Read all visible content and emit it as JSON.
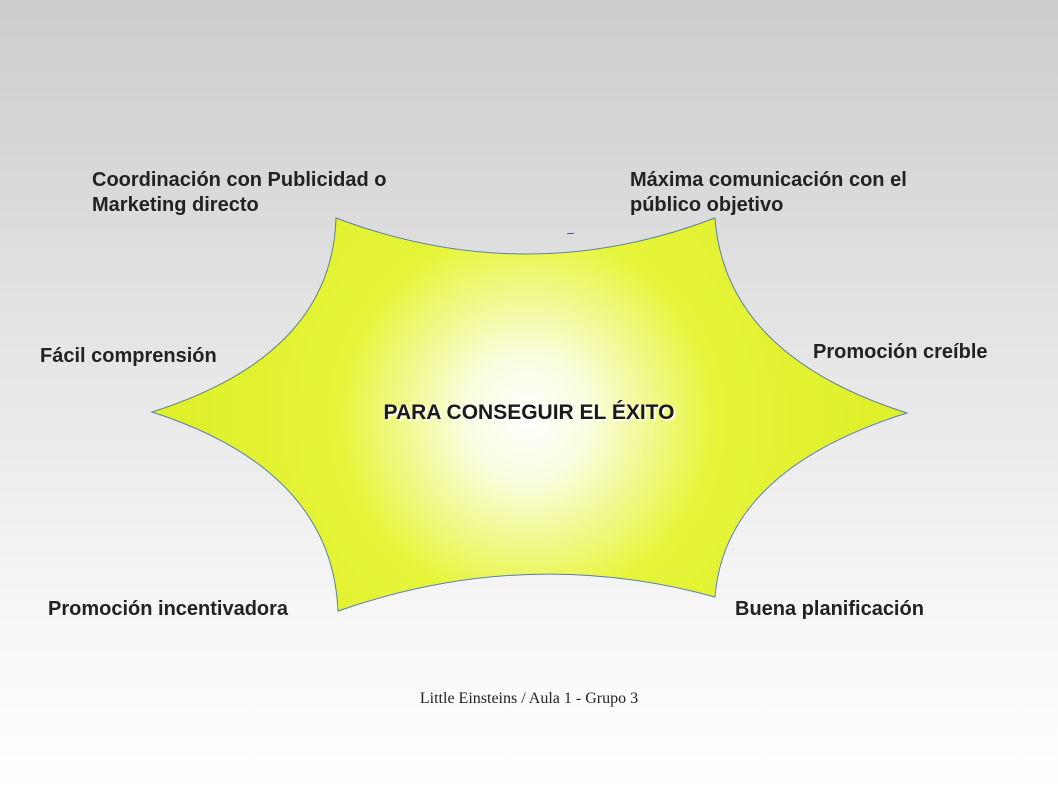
{
  "diagram": {
    "center_title": "PARA CONSEGUIR EL ÉXITO",
    "labels": {
      "top_left": [
        "Coordinación con Publicidad o",
        "Marketing directo"
      ],
      "top_right": [
        "Máxima comunicación con el",
        "público objetivo"
      ],
      "left": "Fácil comprensión",
      "right": "Promoción creíble",
      "bottom_left": "Promoción incentivadora",
      "bottom_right": "Buena planificación"
    },
    "colors": {
      "star_fill_center": "#ffffff",
      "star_fill_edge": "#e6f53a",
      "star_outline": "#5a7fa8"
    }
  },
  "footer": {
    "text": "Little Einsteins / Aula 1 - Grupo 3"
  }
}
